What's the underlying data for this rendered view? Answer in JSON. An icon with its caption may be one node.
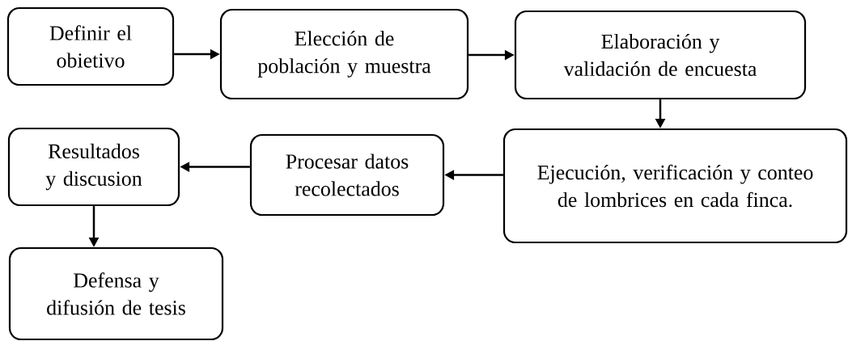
{
  "diagram": {
    "nodes": [
      {
        "text": [
          "Definir el obietivo"
        ]
      },
      {
        "text": [
          "Elección de población y muestra"
        ]
      },
      {
        "text": [
          "Elaboración y validación de encuesta"
        ]
      },
      {
        "text": [
          "Ejecución, verificación y conteo de lombrices en cada finca."
        ]
      },
      {
        "text": [
          "Procesar datos recolectados"
        ]
      },
      {
        "text": [
          "Resultados y discusion"
        ]
      },
      {
        "text": [
          "Defensa y difusión de tesis"
        ]
      }
    ],
    "edges": [
      {
        "from": 0,
        "to": 1,
        "arrow": "to"
      },
      {
        "from": 1,
        "to": 2,
        "arrow": "to"
      },
      {
        "from": 2,
        "to": 3,
        "arrow": "to"
      },
      {
        "from": 3,
        "to": 4,
        "arrow": "to"
      },
      {
        "from": 4,
        "to": 5,
        "arrow": "to"
      },
      {
        "from": 5,
        "to": 6,
        "arrow": "to"
      }
    ]
  }
}
